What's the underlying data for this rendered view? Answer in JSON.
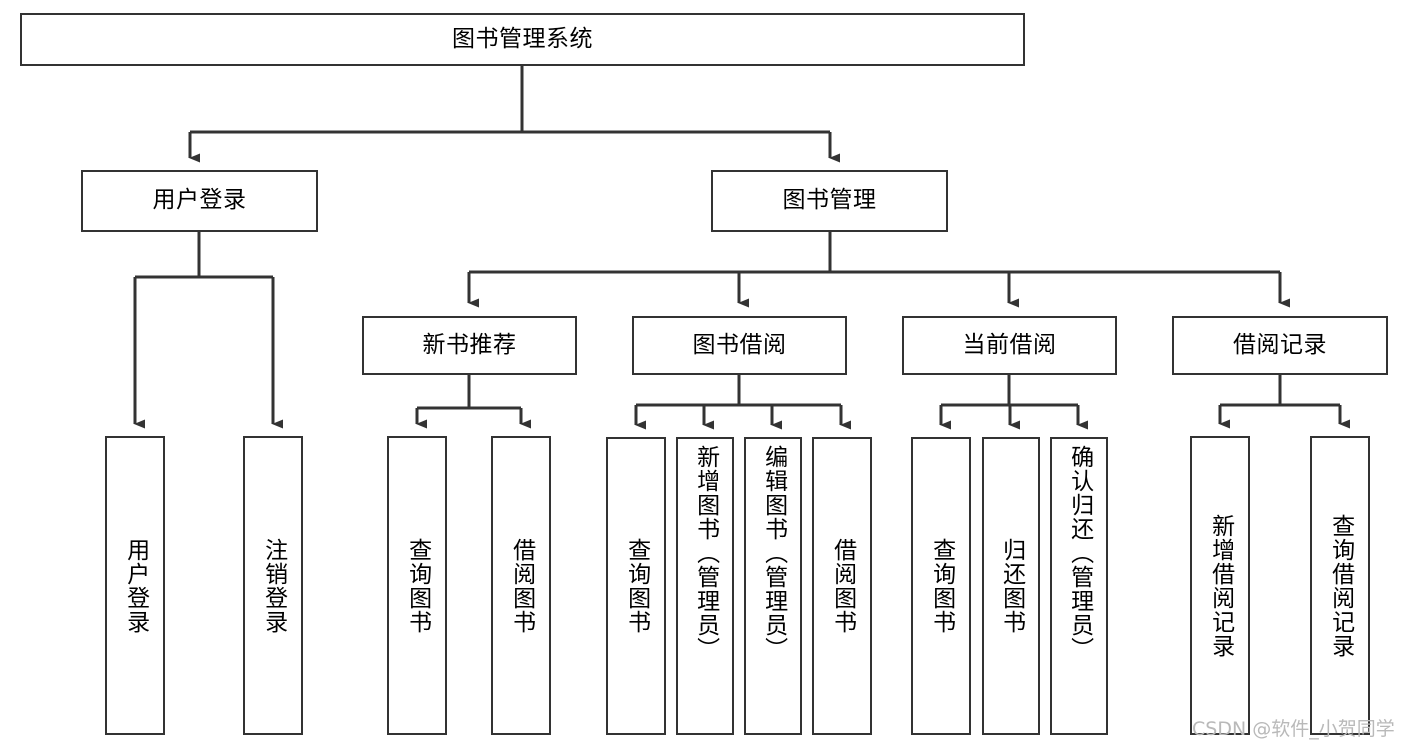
{
  "diagram": {
    "type": "tree-hierarchy",
    "title": "图书管理系统",
    "watermark": "CSDN @软件_小贺同学",
    "colors": {
      "box_border": "#333333",
      "box_fill": "#ffffff",
      "edge": "#333333",
      "text": "#000000",
      "watermark": "#b9b9b9",
      "background": "#ffffff"
    },
    "nodes": {
      "root": {
        "label": "图书管理系统"
      },
      "level2": [
        {
          "id": "user-login",
          "label": "用户登录"
        },
        {
          "id": "book-manage",
          "label": "图书管理"
        }
      ],
      "level3": [
        {
          "id": "new-book-recommend",
          "label": "新书推荐"
        },
        {
          "id": "book-borrow",
          "label": "图书借阅"
        },
        {
          "id": "current-borrow",
          "label": "当前借阅"
        },
        {
          "id": "borrow-record",
          "label": "借阅记录"
        }
      ],
      "leaves": {
        "user-login": [
          {
            "id": "leaf-user-login",
            "label": "用户登录"
          },
          {
            "id": "leaf-logout-login",
            "label": "注销登录"
          }
        ],
        "new-book-recommend": [
          {
            "id": "leaf-query-book-1",
            "label": "查询图书"
          },
          {
            "id": "leaf-borrow-book-1",
            "label": "借阅图书"
          }
        ],
        "book-borrow": [
          {
            "id": "leaf-query-book-2",
            "label": "查询图书"
          },
          {
            "id": "leaf-add-book",
            "label": "新增图书（管理员）"
          },
          {
            "id": "leaf-edit-book",
            "label": "编辑图书（管理员）"
          },
          {
            "id": "leaf-borrow-book-2",
            "label": "借阅图书"
          }
        ],
        "current-borrow": [
          {
            "id": "leaf-query-book-3",
            "label": "查询图书"
          },
          {
            "id": "leaf-return-book",
            "label": "归还图书"
          },
          {
            "id": "leaf-confirm-return",
            "label": "确认归还（管理员）"
          }
        ],
        "borrow-record": [
          {
            "id": "leaf-add-record",
            "label": "新增借阅记录"
          },
          {
            "id": "leaf-query-record",
            "label": "查询借阅记录"
          }
        ]
      }
    }
  }
}
